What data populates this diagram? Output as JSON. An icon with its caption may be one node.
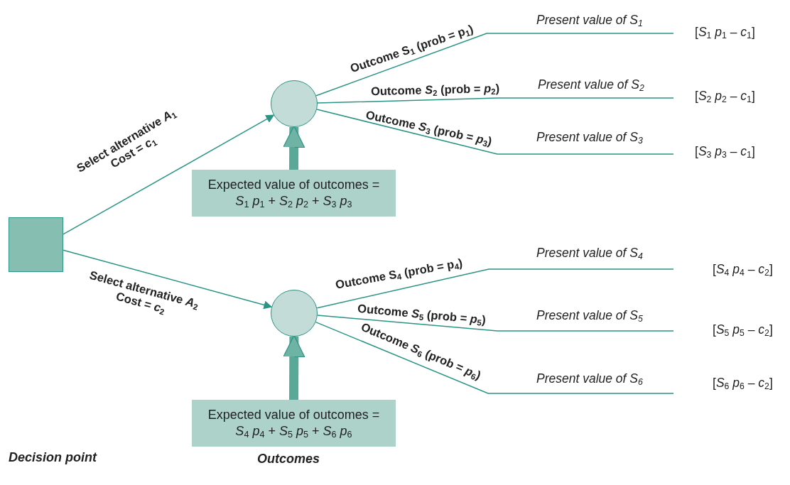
{
  "diagram": {
    "nodes": [
      {
        "text": [],
        "shape": "box"
      },
      {
        "text": [],
        "shape": "circle"
      },
      {
        "text": [
          "Expected value of outcomes = *S*$_{1}$ *p*$_{1}$ + *S*$_{2}$ *p*$_{2}$ + *S*$_{3}$ *p*$_{3}$"
        ]
      },
      {
        "text": [],
        "shape": "circle"
      },
      {
        "text": [
          "Expected value of outcomes = *S*$_{4}$ *p*$_{4}$ + *S*$_{5}$ *p*$_{5}$ + *S*$_{6}$ *p*$_{6}$"
        ]
      }
    ],
    "edges": [
      {
        "from": 0,
        "to": 1,
        "arrow": "to",
        "label": "Select alternative *A*$_{1}$ Cost = *c*$_{1}$"
      },
      {
        "from": 0,
        "to": 3,
        "arrow": "to",
        "label": "Select alternative *A*$_{2}$ Cost = *c*$_{2}$"
      },
      {
        "from": 2,
        "to": 1,
        "arrow": "to",
        "style": "thick"
      },
      {
        "from": 4,
        "to": 3,
        "arrow": "to",
        "style": "thick"
      },
      {
        "from": 1,
        "to": null,
        "arrow": "none",
        "label": "Outcome S$_{1}$ (prob = p$_{1}$)"
      },
      {
        "from": 1,
        "to": null,
        "arrow": "none",
        "label": "Outcome *S*$_{2}$ (prob = *p*$_{2}$)"
      },
      {
        "from": 1,
        "to": null,
        "arrow": "none",
        "label": "Outcome *S*$_{3}$ (prob = *p*$_{3}$)"
      },
      {
        "from": 3,
        "to": null,
        "arrow": "none",
        "label": "Outcome S$_{4}$ (prob = p$_{4}$)"
      },
      {
        "from": 3,
        "to": null,
        "arrow": "none",
        "label": "Outcome *S*$_{5}$ (prob = *p*$_{5}$)"
      },
      {
        "from": 3,
        "to": null,
        "arrow": "none",
        "label": "Outcome *S*$_{6}$ (prob = *p*$_{6}$)"
      }
    ],
    "labels": [
      "Present value of S$_{1}$",
      "[*S*$_{1}$ *p*$_{1}$ – *c*$_{1}$]",
      "Present value of S$_{2}$",
      "[*S*$_{2}$ *p*$_{2}$ – *c*$_{1}$]",
      "Present value of S$_{3}$",
      "[*S*$_{3}$ *p*$_{3}$ – *c*$_{1}$]",
      "Present value of S$_{4}$",
      "[*S*$_{4}$ *p*$_{4}$ – *c*$_{2}$]",
      "Present value of S$_{5}$",
      "[*S*$_{5}$ *p*$_{5}$ – *c*$_{2}$]",
      "Present value of S$_{6}$",
      "[*S*$_{6}$ *p*$_{6}$ – *c*$_{2}$]",
      "Decision point",
      "Outcomes"
    ]
  }
}
